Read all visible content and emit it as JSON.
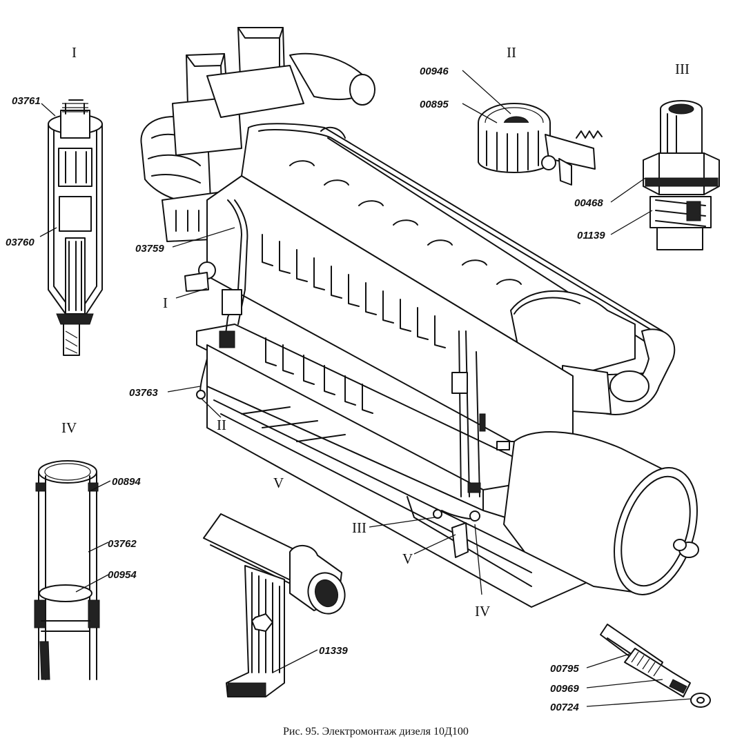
{
  "caption": "Рис. 95. Электромонтаж дизеля 10Д100",
  "detail_numerals": {
    "I": "I",
    "II": "II",
    "III": "III",
    "IV": "IV",
    "V": "V"
  },
  "part_numbers": {
    "p03761": "03761",
    "p03760": "03760",
    "p00946": "00946",
    "p00895": "00895",
    "p00468": "00468",
    "p01139": "01139",
    "p03759": "03759",
    "p03763": "03763",
    "p00894": "00894",
    "p03762": "03762",
    "p00954": "00954",
    "p01339": "01339",
    "p00795": "00795",
    "p00969": "00969",
    "p00724": "00724"
  }
}
